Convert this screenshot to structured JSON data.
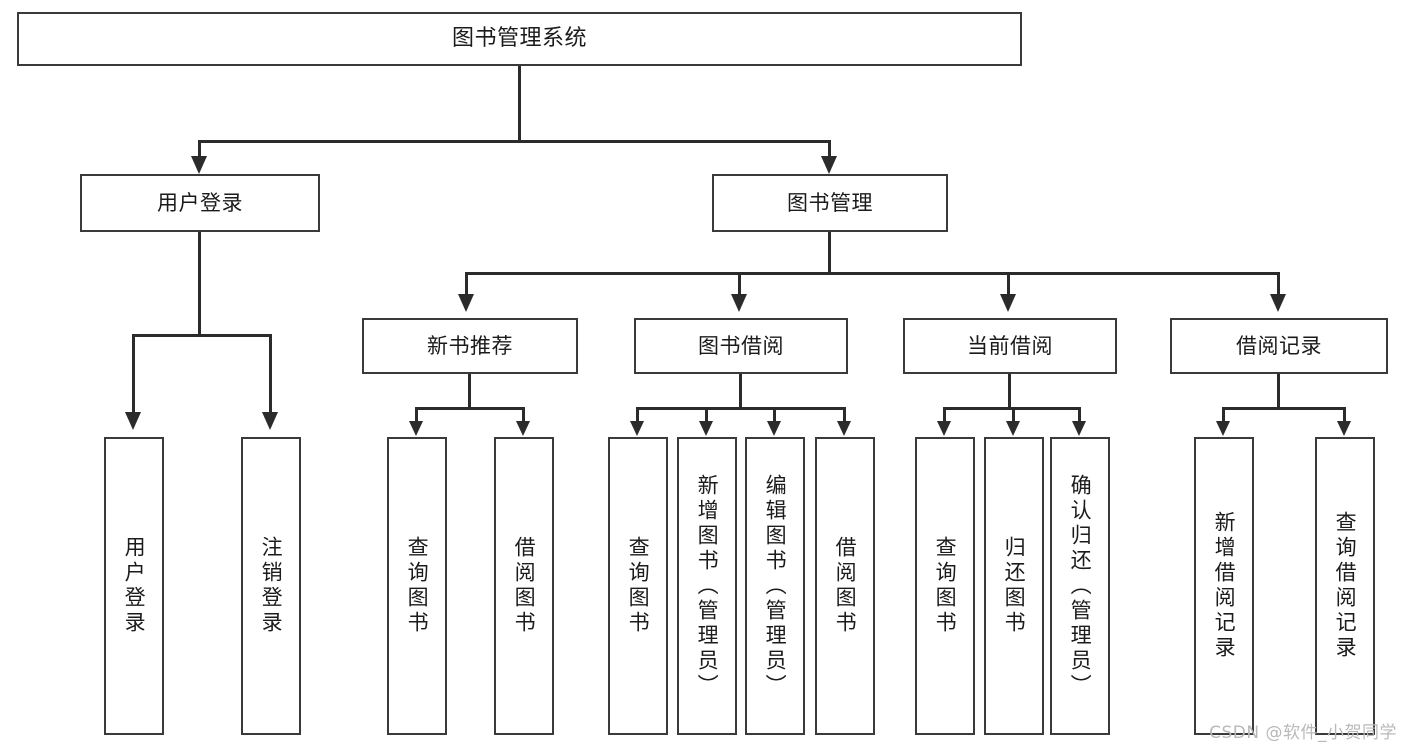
{
  "diagram": {
    "type": "tree-hierarchy",
    "title": "图书管理系统",
    "root": {
      "id": "root",
      "label": "图书管理系统"
    },
    "level1": [
      {
        "id": "user-login",
        "label": "用户登录"
      },
      {
        "id": "book-manage",
        "label": "图书管理"
      }
    ],
    "level2": [
      {
        "id": "new-book-recommend",
        "label": "新书推荐",
        "parent": "book-manage"
      },
      {
        "id": "book-borrow",
        "label": "图书借阅",
        "parent": "book-manage"
      },
      {
        "id": "current-borrow",
        "label": "当前借阅",
        "parent": "book-manage"
      },
      {
        "id": "borrow-record",
        "label": "借阅记录",
        "parent": "book-manage"
      }
    ],
    "leaves": [
      {
        "id": "leaf-user-login",
        "label": "用户登录",
        "parent": "user-login"
      },
      {
        "id": "leaf-logout",
        "label": "注销登录",
        "parent": "user-login"
      },
      {
        "id": "leaf-query-book-1",
        "label": "查询图书",
        "parent": "new-book-recommend"
      },
      {
        "id": "leaf-borrow-book-1",
        "label": "借阅图书",
        "parent": "new-book-recommend"
      },
      {
        "id": "leaf-query-book-2",
        "label": "查询图书",
        "parent": "book-borrow"
      },
      {
        "id": "leaf-add-book",
        "label": "新增图书（管理员）",
        "parent": "book-borrow"
      },
      {
        "id": "leaf-edit-book",
        "label": "编辑图书（管理员）",
        "parent": "book-borrow"
      },
      {
        "id": "leaf-borrow-book-2",
        "label": "借阅图书",
        "parent": "book-borrow"
      },
      {
        "id": "leaf-query-book-3",
        "label": "查询图书",
        "parent": "current-borrow"
      },
      {
        "id": "leaf-return-book",
        "label": "归还图书",
        "parent": "current-borrow"
      },
      {
        "id": "leaf-confirm-return",
        "label": "确认归还（管理员）",
        "parent": "current-borrow"
      },
      {
        "id": "leaf-add-record",
        "label": "新增借阅记录",
        "parent": "borrow-record"
      },
      {
        "id": "leaf-query-record",
        "label": "查询借阅记录",
        "parent": "borrow-record"
      }
    ],
    "colors": {
      "box_border": "#3a3a3a",
      "box_fill": "#ffffff",
      "connector": "#2b2b2b",
      "text": "#1b1b1b",
      "watermark": "#b9b9b9"
    }
  },
  "watermark": {
    "text": "CSDN @软件_小贺同学"
  }
}
